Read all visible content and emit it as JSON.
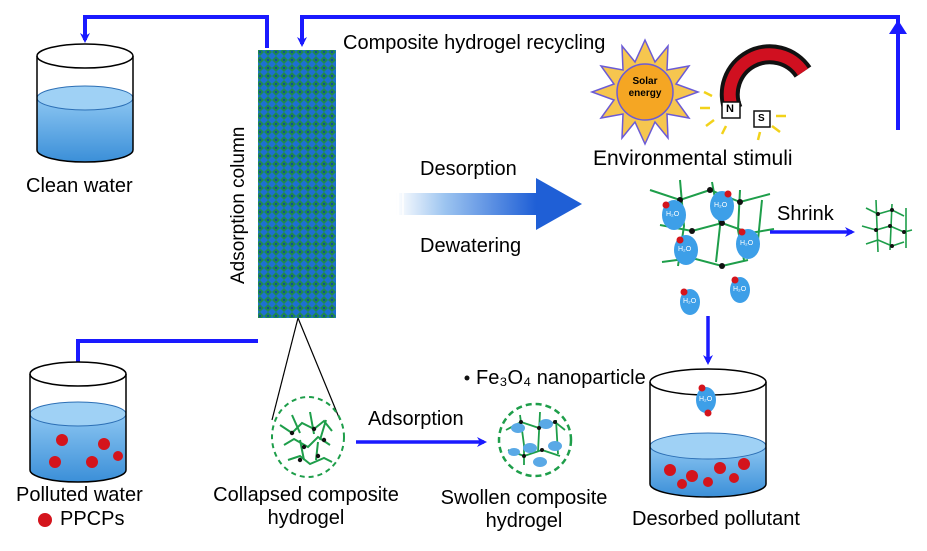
{
  "labels": {
    "recycling": "Composite hydrogel recycling",
    "clean_water": "Clean water",
    "adsorption_column": "Adsorption column",
    "environmental_stimuli": "Environmental stimuli",
    "solar_energy_line1": "Solar",
    "solar_energy_line2": "energy",
    "magnet_n": "N",
    "magnet_s": "S",
    "desorption": "Desorption",
    "dewatering": "Dewatering",
    "shrink": "Shrink",
    "fe3o4": "Fe₃O₄ nanoparticle",
    "adsorption": "Adsorption",
    "polluted_water": "Polluted water",
    "ppcps": "PPCPs",
    "collapsed_line1": "Collapsed composite",
    "collapsed_line2": "hydrogel",
    "swollen_line1": "Swollen composite",
    "swollen_line2": "hydrogel",
    "desorbed_pollutant": "Desorbed pollutant",
    "h2o": "H₂O"
  },
  "colors": {
    "arrow_blue": "#1a1aff",
    "water_blue": "#5aa9e6",
    "column_green": "#1f8a4c",
    "column_blue": "#1e6fd0",
    "pollutant_red": "#d4141c",
    "network_green": "#1e9e4a",
    "sun_orange": "#f5a623",
    "sun_ray": "#6b5bd6",
    "magnet_red": "#d01020"
  }
}
